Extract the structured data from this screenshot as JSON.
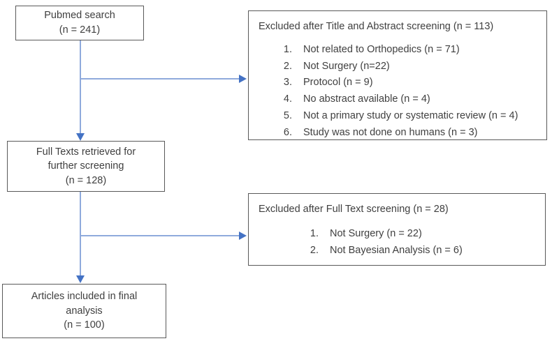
{
  "diagram": {
    "type": "prisma-flow-diagram",
    "colors": {
      "box_border": "#595959",
      "connector_line": "#8FAADC",
      "arrow_head": "#4472C4",
      "text": "#3f3f3f",
      "background": "#ffffff"
    },
    "boxes": {
      "pubmed": {
        "lines": [
          "Pubmed search",
          "(n = 241)"
        ]
      },
      "full_texts": {
        "lines": [
          "Full Texts retrieved for",
          "further screening",
          "(n = 128)"
        ]
      },
      "final": {
        "lines": [
          "Articles included in final",
          "analysis",
          "(n = 100)"
        ]
      }
    },
    "exclusions": {
      "title_abstract": {
        "heading": "Excluded after Title and Abstract screening (n = 113)",
        "items": [
          {
            "num": "1.",
            "text": "Not related to Orthopedics (n = 71)"
          },
          {
            "num": "2.",
            "text": "Not Surgery (n=22)"
          },
          {
            "num": "3.",
            "text": "Protocol (n = 9)"
          },
          {
            "num": "4.",
            "text": "No abstract available (n = 4)"
          },
          {
            "num": "5.",
            "text": "Not a primary study or systematic review (n = 4)"
          },
          {
            "num": "6.",
            "text": "Study was not done on humans (n = 3)"
          }
        ]
      },
      "full_text": {
        "heading": "Excluded after Full Text screening (n = 28)",
        "items": [
          {
            "num": "1.",
            "text": "Not Surgery (n = 22)"
          },
          {
            "num": "2.",
            "text": "Not Bayesian Analysis (n = 6)"
          }
        ]
      }
    }
  }
}
